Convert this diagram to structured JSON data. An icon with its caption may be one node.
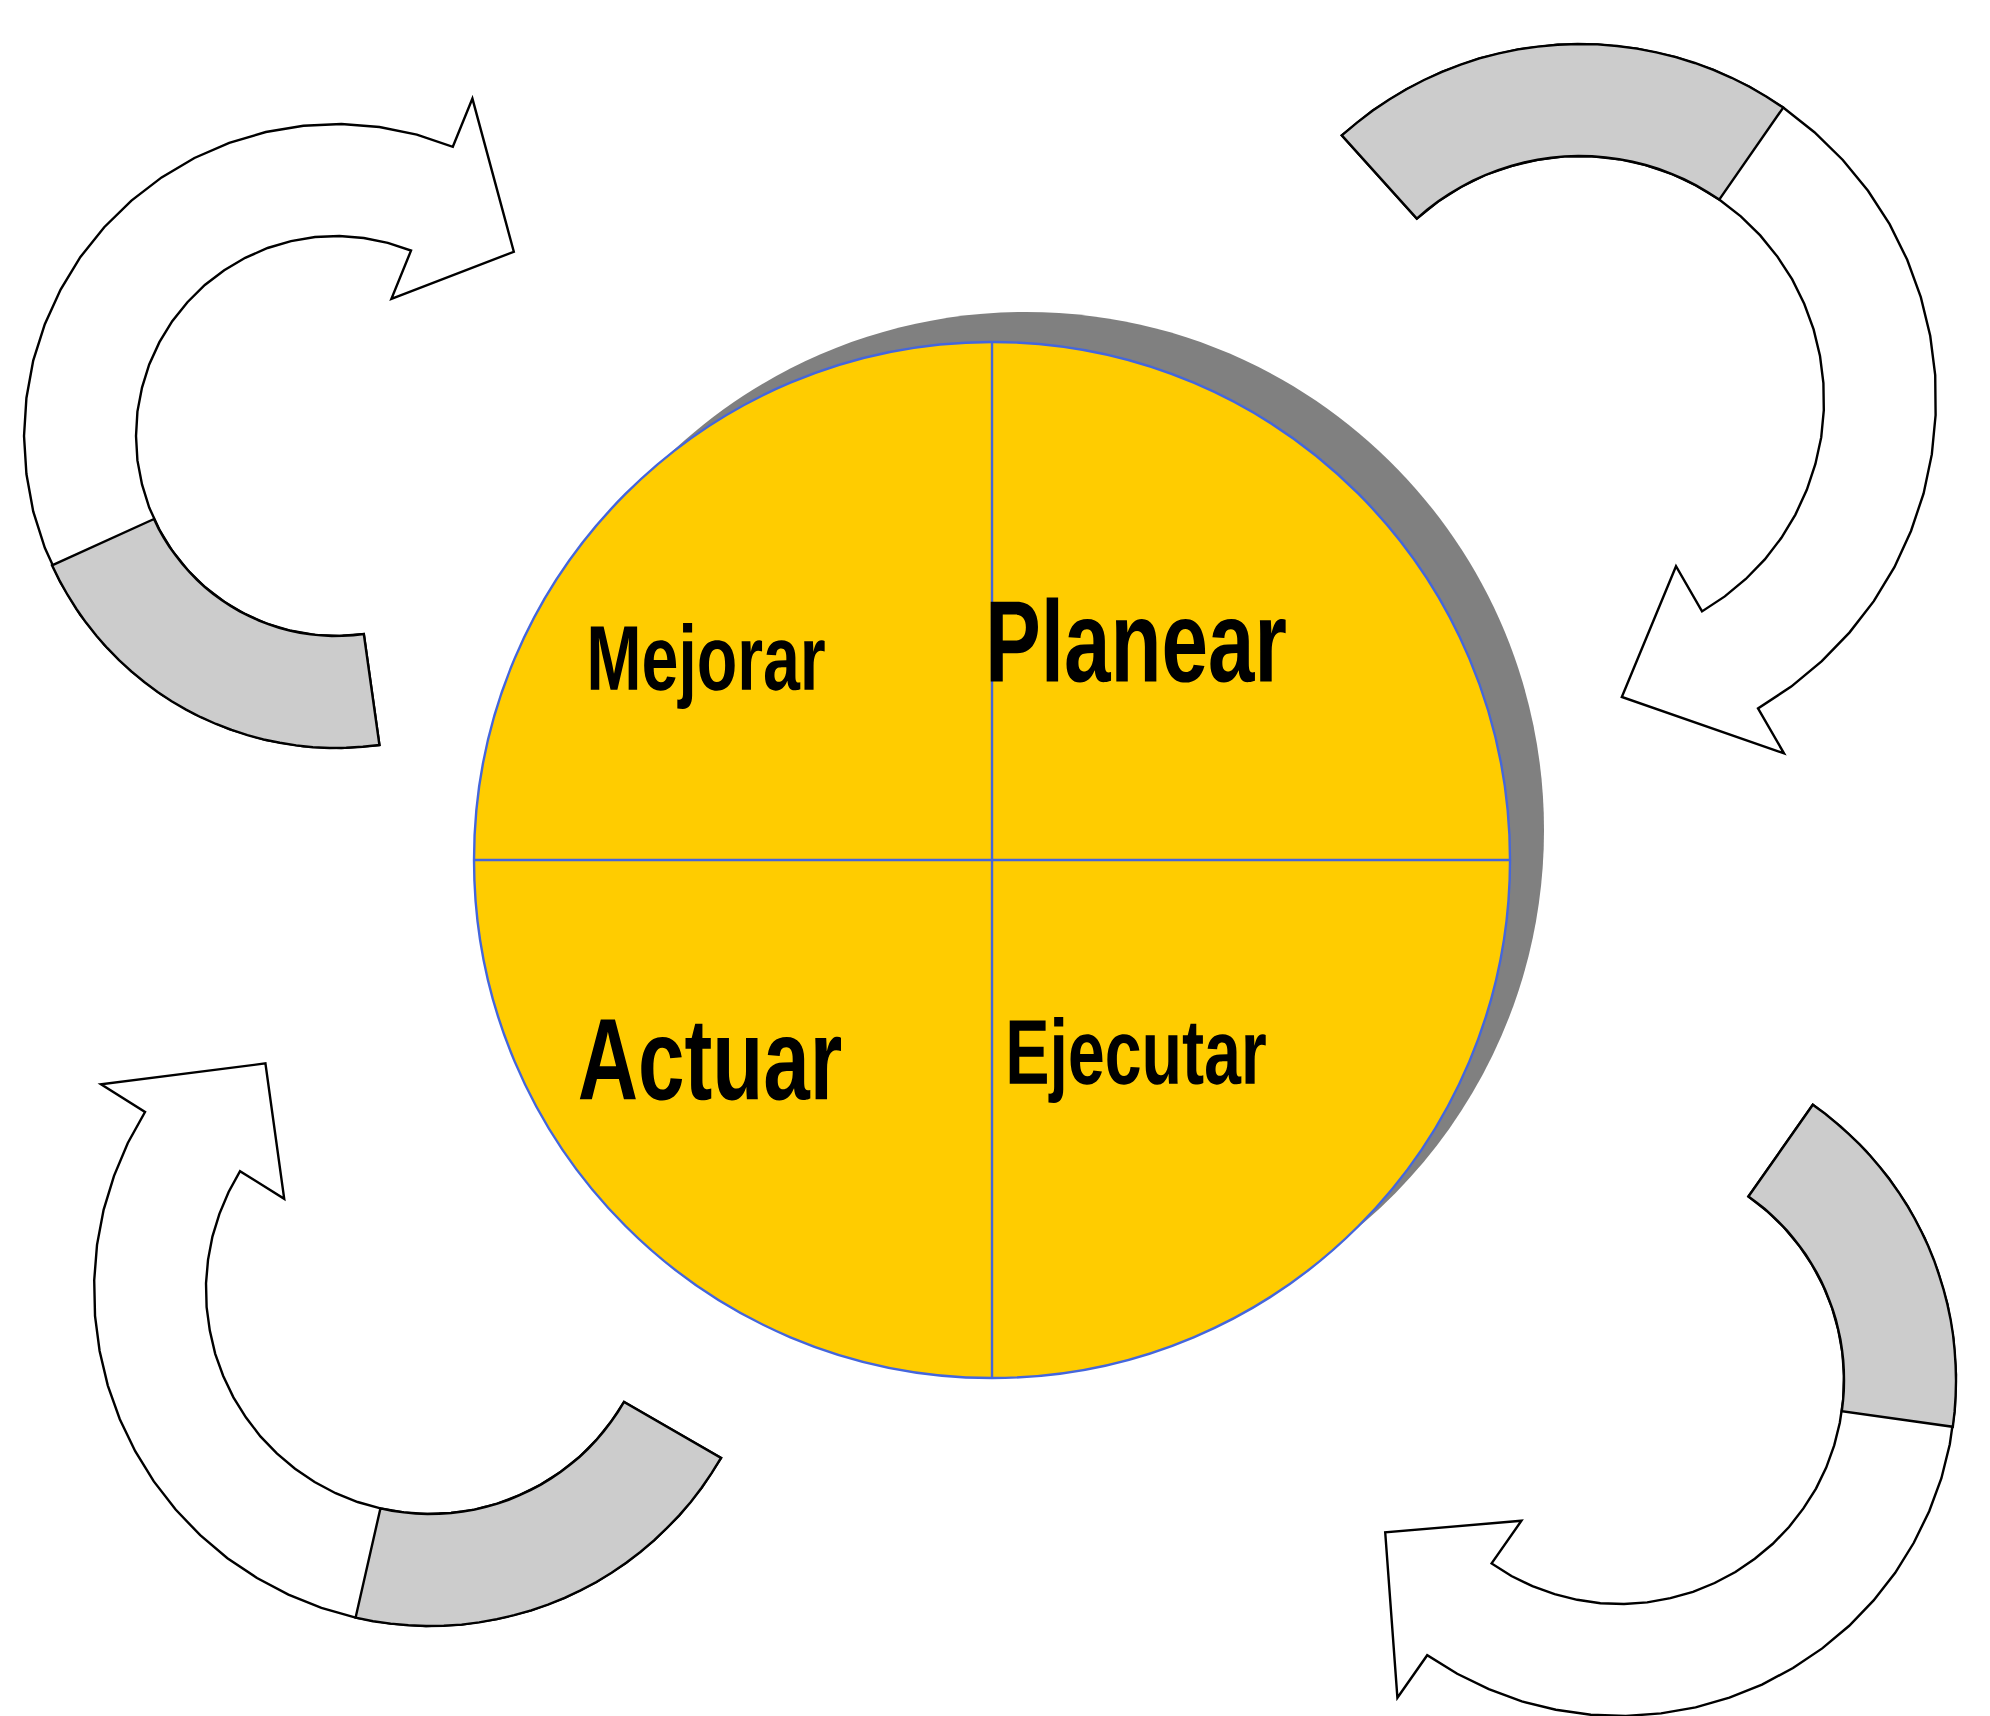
{
  "diagram": {
    "nodes": [
      {
        "text": [],
        "shape": "circle"
      },
      {
        "text": [
          "Mejorar"
        ],
        "in": 0
      },
      {
        "text": [
          "Planear"
        ],
        "in": 0
      },
      {
        "text": [
          "Actuar"
        ],
        "in": 0
      },
      {
        "text": [
          "Ejecutar"
        ],
        "in": 0
      }
    ]
  }
}
